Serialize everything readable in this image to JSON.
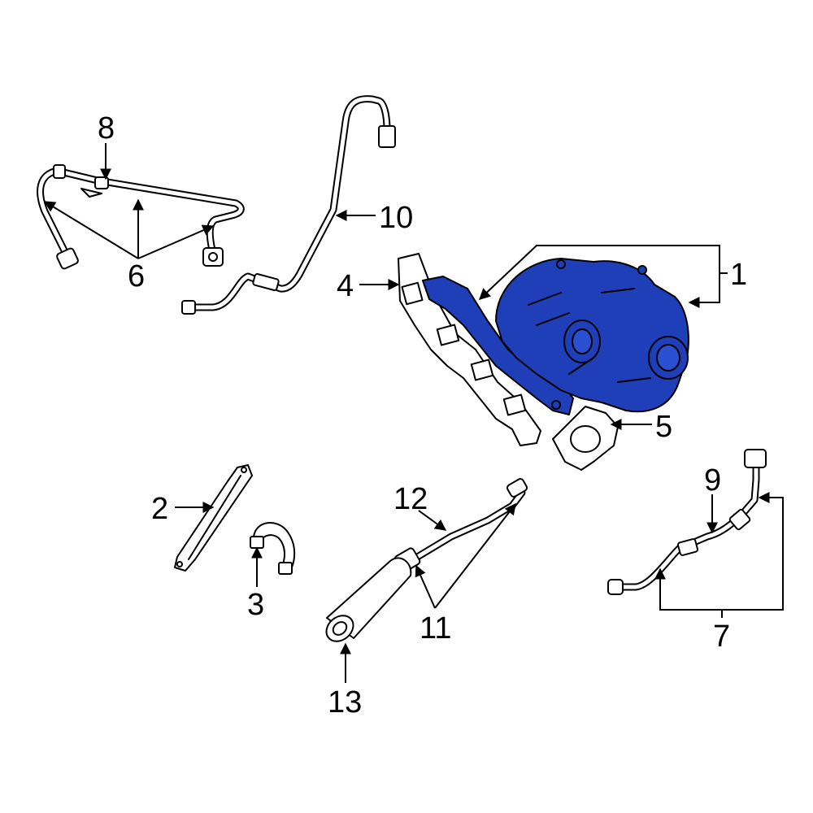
{
  "callouts": {
    "c1": "1",
    "c2": "2",
    "c3": "3",
    "c4": "4",
    "c5": "5",
    "c6": "6",
    "c7": "7",
    "c8": "8",
    "c9": "9",
    "c10": "10",
    "c11": "11",
    "c12": "12",
    "c13": "13"
  },
  "colors": {
    "highlight": "#1f3fb8",
    "line": "#000000",
    "background": "#ffffff"
  }
}
